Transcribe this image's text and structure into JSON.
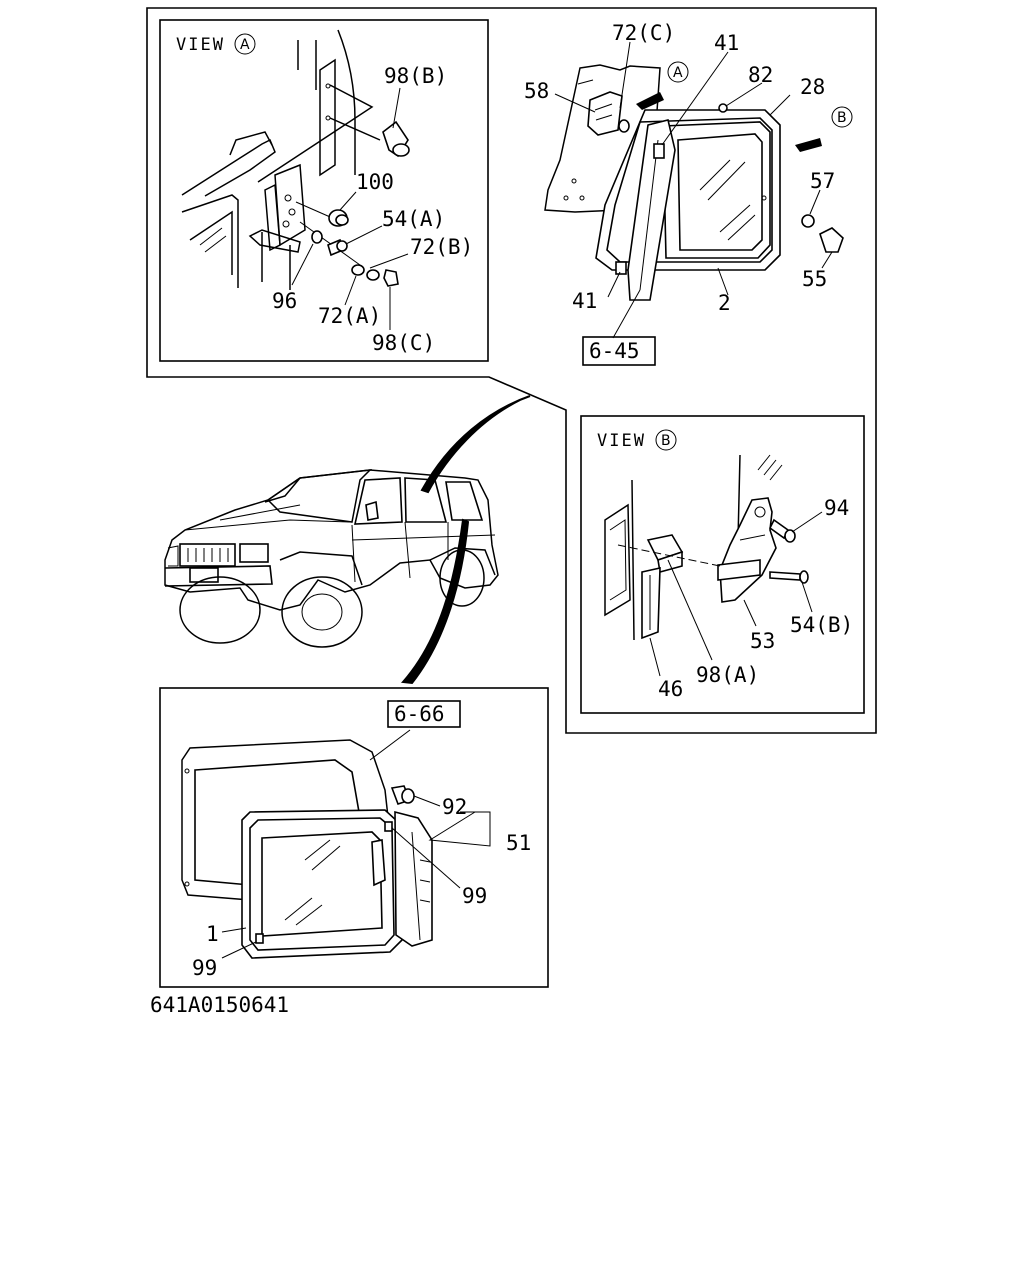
{
  "view_a": {
    "title": "VIEW",
    "marker": "A",
    "labels": {
      "p98b": "98(B)",
      "p100": "100",
      "p54a": "54(A)",
      "p72b": "72(B)",
      "p96": "96",
      "p72a": "72(A)",
      "p98c": "98(C)"
    }
  },
  "main_window": {
    "labels": {
      "p72c": "72(C)",
      "p41_top": "41",
      "p82": "82",
      "p28": "28",
      "p58": "58",
      "p57": "57",
      "p55": "55",
      "p41_bottom": "41",
      "p2": "2"
    },
    "markers": {
      "a": "A",
      "b": "B"
    },
    "ref_box": "6-45"
  },
  "view_b": {
    "title": "VIEW",
    "marker": "B",
    "labels": {
      "p94": "94",
      "p54b": "54(B)",
      "p53": "53",
      "p46": "46",
      "p98a": "98(A)"
    }
  },
  "rear_window": {
    "ref_box": "6-66",
    "labels": {
      "p92": "92",
      "p51": "51",
      "p99_right": "99",
      "p1": "1",
      "p99_left": "99"
    }
  },
  "drawing_code": "641A0150641"
}
